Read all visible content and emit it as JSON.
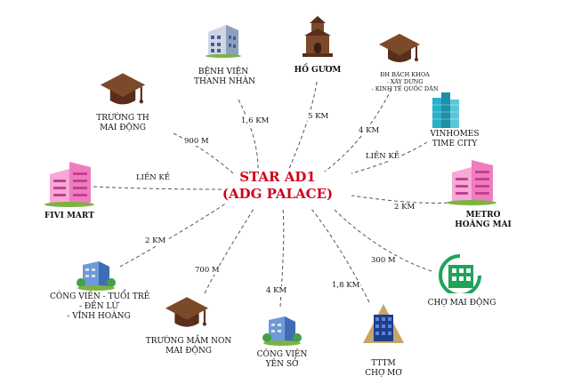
{
  "center": {
    "line1": "STAR AD1",
    "line2": "(ADG PALACE)",
    "color": "#d0021b"
  },
  "places": {
    "benh_vien": {
      "name": [
        "BỆNH VIỆN",
        "THANH NHÀN"
      ],
      "distance": "1,6 KM",
      "icon": "building-icon"
    },
    "ho_guom": {
      "name": [
        "HỒ GƯƠM"
      ],
      "distance": "5 KM",
      "icon": "pagoda-icon"
    },
    "dh_bach_khoa": {
      "name": [
        "ĐH BÁCH KHOA",
        "- XÂY DỰNG",
        "- KINH TẾ QUỐC DÂN"
      ],
      "distance": "4 KM",
      "icon": "graduation-cap-icon"
    },
    "vinhomes": {
      "name": [
        "VINHOMES",
        "TIME CITY"
      ],
      "distance": "LIỀN KỀ",
      "icon": "towers-icon"
    },
    "metro": {
      "name": [
        "METRO",
        "HOÀNG MAI"
      ],
      "distance": "2 KM",
      "icon": "pink-building-icon"
    },
    "cho_mai_dong": {
      "name": [
        "CHỢ MAI ĐỘNG"
      ],
      "distance": "300 M",
      "icon": "market-icon"
    },
    "tttm_cho_mo": {
      "name": [
        "TTTM",
        "CHỢ MƠ"
      ],
      "distance": "1,8 KM",
      "icon": "mall-icon"
    },
    "cong_vien_yen_so": {
      "name": [
        "CÔNG VIÊN",
        "YÊN SỞ"
      ],
      "distance": "4 KM",
      "icon": "park-building-icon"
    },
    "truong_mam_non": {
      "name": [
        "TRƯỜNG MẦM NON",
        "MAI ĐỘNG"
      ],
      "distance": "700 M",
      "icon": "graduation-cap-icon"
    },
    "cong_vien_tuoi_tre": {
      "name": [
        "CÔNG VIÊN - TUỔI TRẺ",
        "- ĐỀN LỪ",
        "- VĨNH HOÀNG"
      ],
      "distance": "2 KM",
      "icon": "park-building-icon"
    },
    "fivi_mart": {
      "name": [
        "FIVI MART"
      ],
      "distance": "LIỀN KỀ",
      "icon": "pink-building-icon"
    },
    "truong_th": {
      "name": [
        "TRƯỜNG TH",
        "MAI ĐỘNG"
      ],
      "distance": "900 M",
      "icon": "graduation-cap-icon"
    }
  },
  "colors": {
    "cap": "#7a4a2a",
    "pink": "#f07cc0",
    "blue": "#4a7fc8",
    "teal": "#29b1c9",
    "green": "#1fa35a",
    "line": "#555555"
  }
}
